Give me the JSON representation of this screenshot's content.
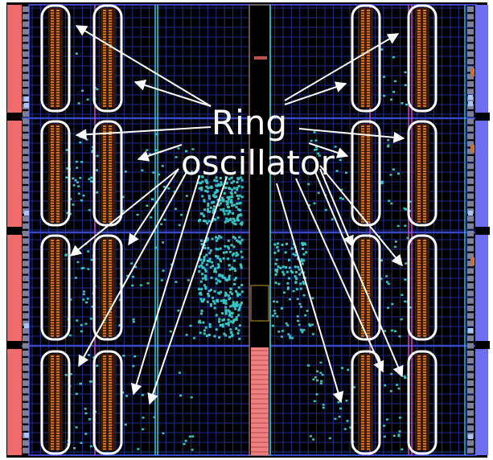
{
  "annotation": {
    "line1": "Ring",
    "line2": "oscillator"
  },
  "colors": {
    "background": "#000000",
    "routing_grid": "#1f2d8f",
    "region_border": "#3a48c8",
    "io_left": "#f06b6b",
    "io_right": "#6e6ef0",
    "io_slot": "#7f7f96",
    "io_slot_light": "#a7c6f0",
    "ring_cells": "#e07820",
    "logic_cells": "#35c6c6",
    "column_cyan": "#31c0d6",
    "column_magenta": "#c040c0",
    "center_bram": "#f08080",
    "highlight": "#ffffff"
  },
  "icons": [
    "ellipse-highlight",
    "arrow"
  ]
}
